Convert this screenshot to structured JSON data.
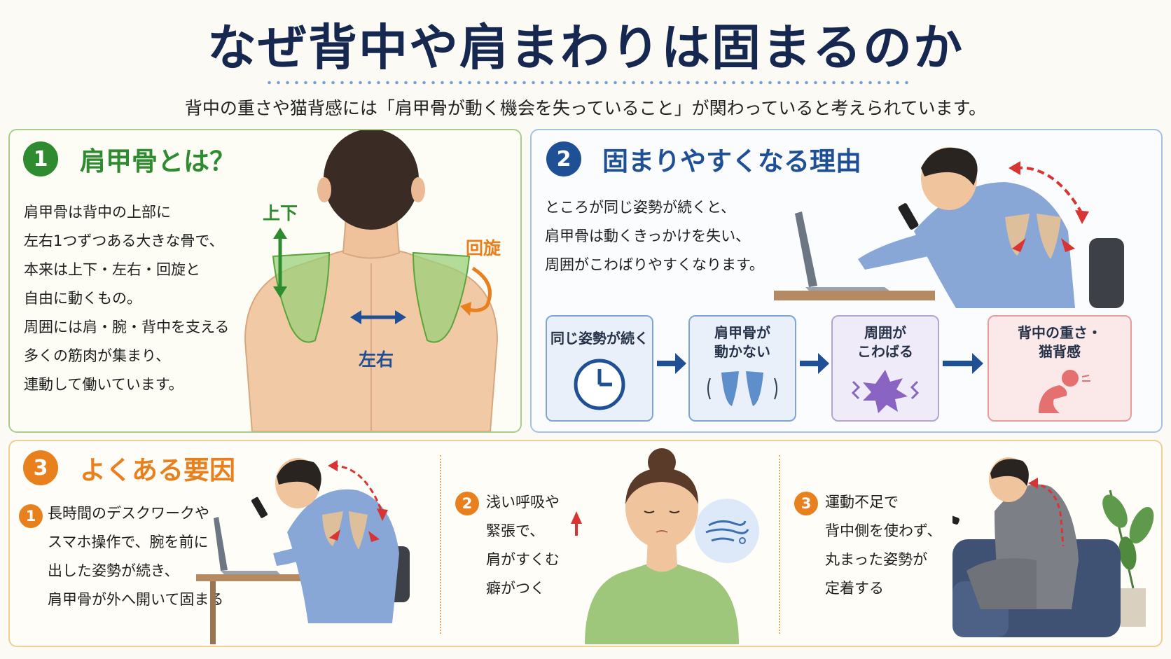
{
  "title": "なぜ背中や肩まわりは固まるのか",
  "subtitle": "背中の重さや猫背感には「肩甲骨が動く機会を失っていること」が関わっていると考えられています。",
  "section1": {
    "number": "1",
    "heading": "肩甲骨とは？",
    "lines": [
      "肩甲骨は背中の上部に",
      "左右1つずつある大きな骨で、",
      "本来は上下・左右・回旋と",
      "自由に動くもの。",
      "周囲には肩・腕・背中を支える",
      "多くの筋肉が集まり、",
      "連動して働いています。"
    ],
    "label_updown": "上下",
    "label_leftright": "左右",
    "label_rotation": "回旋"
  },
  "section2": {
    "number": "2",
    "heading": "固まりやすくなる理由",
    "lines": [
      "ところが同じ姿勢が続くと、",
      "肩甲骨は動くきっかけを失い、",
      "周囲がこわばりやすくなります。"
    ],
    "flow": [
      {
        "lines": [
          "同じ姿勢が続く"
        ]
      },
      {
        "lines": [
          "肩甲骨が",
          "動かない"
        ]
      },
      {
        "lines": [
          "周囲が",
          "こわばる"
        ]
      },
      {
        "lines": [
          "背中の重さ・",
          "猫背感"
        ]
      }
    ]
  },
  "section3": {
    "number": "3",
    "heading": "よくある要因",
    "items": [
      {
        "number": "1",
        "lines": [
          "長時間のデスクワークや",
          "スマホ操作で、腕を前に",
          "出した姿勢が続き、",
          "肩甲骨が外へ開いて固まる"
        ]
      },
      {
        "number": "2",
        "lines": [
          "浅い呼吸や",
          "緊張で、",
          "肩がすくむ",
          "癖がつく"
        ]
      },
      {
        "number": "3",
        "lines": [
          "運動不足で",
          "背中側を使わず、",
          "丸まった姿勢が",
          "定着する"
        ]
      }
    ]
  },
  "colors": {
    "navy": "#16284f",
    "green": "#2e8b2f",
    "blue": "#1f4f94",
    "orange": "#e8801e"
  }
}
